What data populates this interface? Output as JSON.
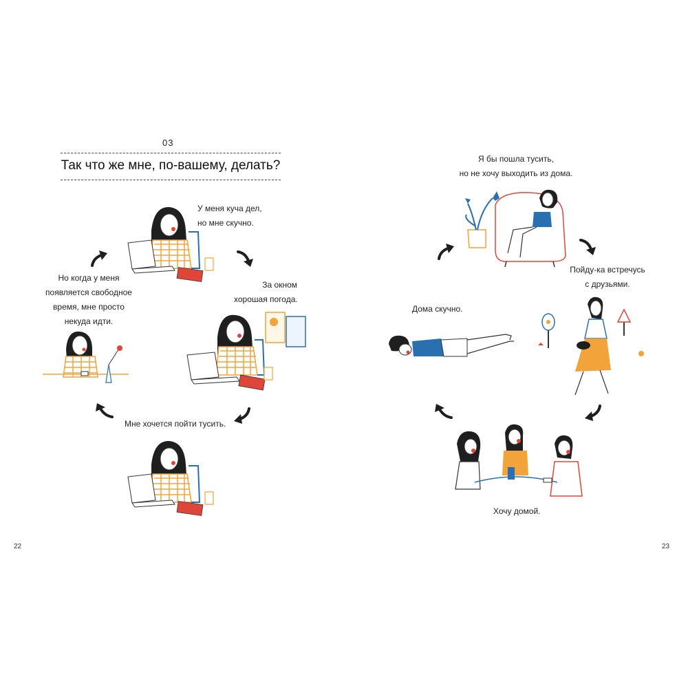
{
  "left_page": {
    "chapter_number": "03",
    "title": "Так что же мне, по-вашему, делать?",
    "captions": {
      "busy_bored": [
        "У меня куча дел,",
        "но мне скучно."
      ],
      "good_weather": [
        "За окном",
        "хорошая погода."
      ],
      "want_party": "Мне хочется пойти тусить.",
      "nowhere_to_go": [
        "Но когда у меня",
        "появляется свободное",
        "время, мне просто",
        "некуда идти."
      ]
    },
    "page_number": "22"
  },
  "right_page": {
    "captions": {
      "would_party": [
        "Я бы пошла тусить,",
        "но не хочу выходить из дома."
      ],
      "meet_friends": [
        "Пойду-ка встречусь",
        "с друзьями."
      ],
      "bored_home": "Дома скучно.",
      "want_home": "Хочу домой."
    },
    "page_number": "23"
  },
  "colors": {
    "orange": "#f2a33a",
    "blue": "#2a6fb0",
    "red": "#e0453a",
    "hair": "#1f1f1f",
    "line": "#333333"
  },
  "icons": {
    "arrow": "curved-arrow-icon"
  }
}
